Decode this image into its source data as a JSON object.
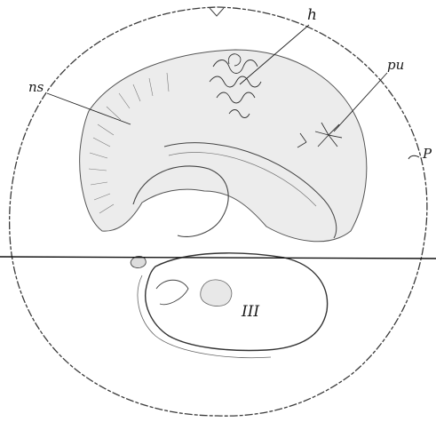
{
  "figure": {
    "labels": {
      "h": "h",
      "pu": "pu",
      "ns": "ns",
      "p": "P",
      "iii": "III"
    }
  }
}
